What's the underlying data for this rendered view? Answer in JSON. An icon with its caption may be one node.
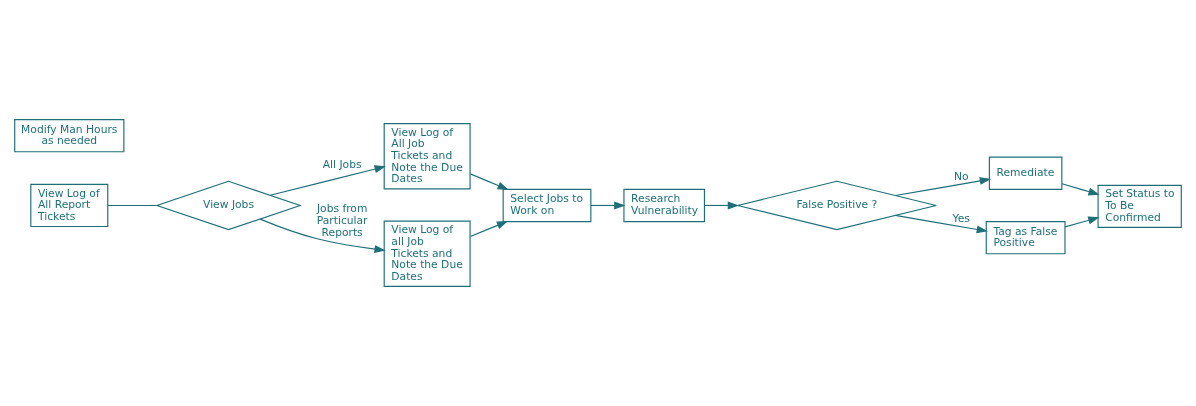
{
  "diagram": {
    "nodes": [
      {
        "text": [
          "View Log of All Report Tickets"
        ]
      },
      {
        "text": [
          "View Jobs"
        ]
      },
      {
        "text": [
          "View Log of All Job Tickets and Note the Due Dates"
        ]
      },
      {
        "text": [
          "View Log of all Job Tickets and Note the Due Dates"
        ]
      },
      {
        "text": [
          "Select Jobs to Work on"
        ]
      },
      {
        "text": [
          "Research Vulnerability"
        ]
      },
      {
        "text": [
          "False Positive ?"
        ]
      },
      {
        "text": [
          "Remediate"
        ]
      },
      {
        "text": [
          "Tag as False Positive"
        ]
      },
      {
        "text": [
          "Set Status to To Be Confirmed"
        ]
      },
      {
        "text": [
          "Modify Man Hours as needed"
        ]
      }
    ],
    "edges": [
      {
        "from": 0,
        "to": 1,
        "arrow": "none"
      },
      {
        "from": 1,
        "to": 2,
        "arrow": "to",
        "label": "All Jobs"
      },
      {
        "from": 1,
        "to": 3,
        "arrow": "to",
        "label": "Jobs from Particular Reports"
      },
      {
        "from": 2,
        "to": 4,
        "arrow": "to"
      },
      {
        "from": 3,
        "to": 4,
        "arrow": "to"
      },
      {
        "from": 4,
        "to": 5,
        "arrow": "to"
      },
      {
        "from": 5,
        "to": 6,
        "arrow": "to"
      },
      {
        "from": 6,
        "to": 7,
        "arrow": "to",
        "label": "No"
      },
      {
        "from": 6,
        "to": 8,
        "arrow": "to",
        "label": "Yes"
      },
      {
        "from": 7,
        "to": 9,
        "arrow": "to"
      },
      {
        "from": 8,
        "to": 9,
        "arrow": "to"
      }
    ]
  }
}
